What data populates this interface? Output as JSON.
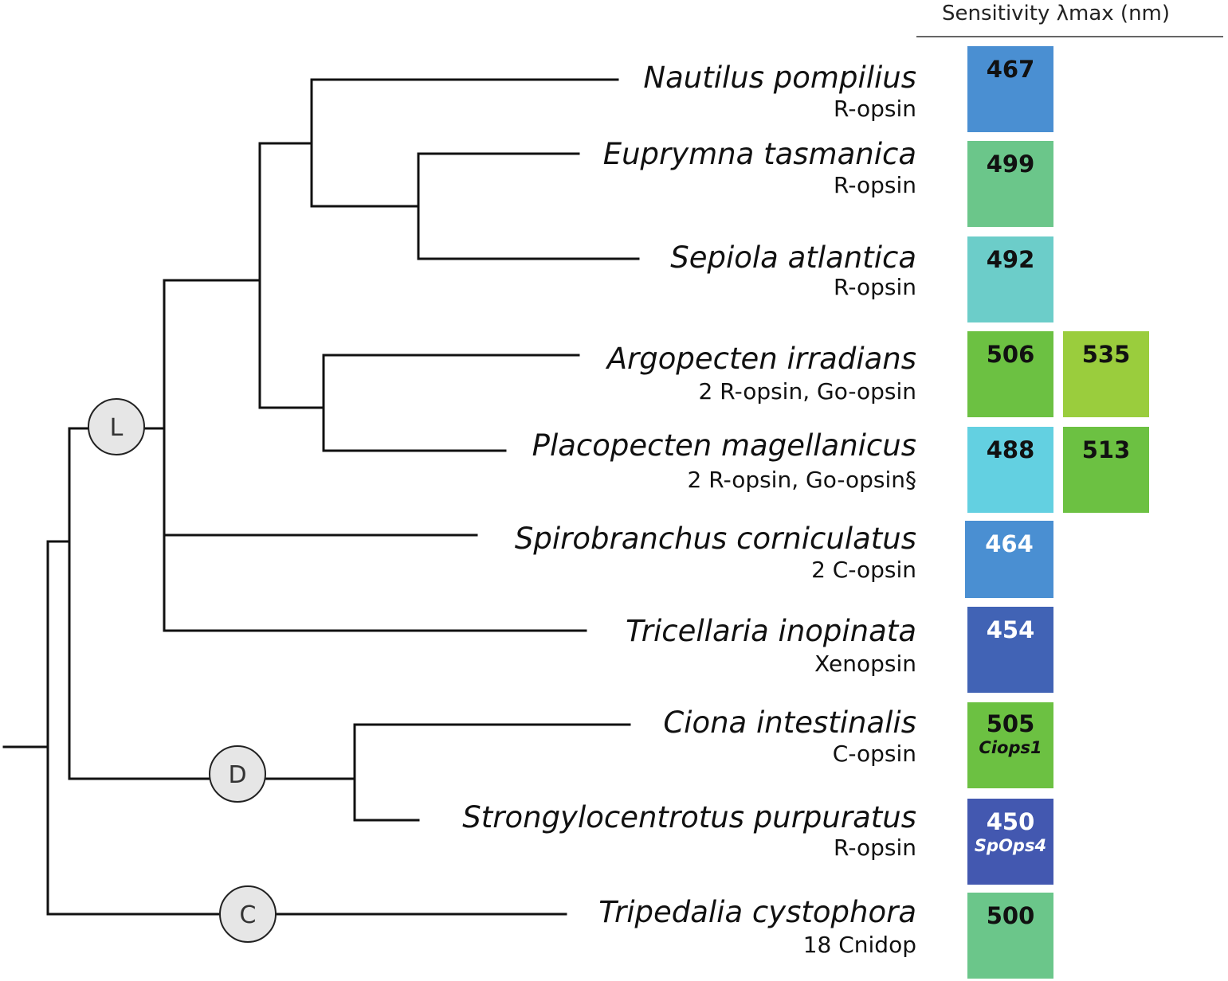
{
  "header": {
    "title": "Sensitivity λmax (nm)"
  },
  "nodes": [
    {
      "label": "L"
    },
    {
      "label": "D"
    },
    {
      "label": "C"
    }
  ],
  "taxa": [
    {
      "species": "Nautilus pompilius",
      "opsin": "R-opsin",
      "values": [
        {
          "value": "467",
          "color": "#4a8fd2",
          "text_color": "#111111"
        }
      ]
    },
    {
      "species": "Euprymna tasmanica",
      "opsin": "R-opsin",
      "values": [
        {
          "value": "499",
          "color": "#6bc68a",
          "text_color": "#111111"
        }
      ]
    },
    {
      "species": "Sepiola atlantica",
      "opsin": "R-opsin",
      "values": [
        {
          "value": "492",
          "color": "#6ccdc9",
          "text_color": "#111111"
        }
      ]
    },
    {
      "species": "Argopecten irradians",
      "opsin": "2 R-opsin, Go-opsin",
      "values": [
        {
          "value": "506",
          "color": "#6cc142",
          "text_color": "#111111"
        },
        {
          "value": "535",
          "color": "#9acd3d",
          "text_color": "#111111"
        }
      ]
    },
    {
      "species": "Placopecten magellanicus",
      "opsin": "2 R-opsin, Go-opsin§",
      "values": [
        {
          "value": "488",
          "color": "#63d0e1",
          "text_color": "#111111"
        },
        {
          "value": "513",
          "color": "#6cc142",
          "text_color": "#111111"
        }
      ]
    },
    {
      "species": "Spirobranchus corniculatus",
      "opsin": "2 C-opsin",
      "values": [
        {
          "value": "464",
          "color": "#4a8fd2",
          "text_color": "#ffffff"
        }
      ]
    },
    {
      "species": "Tricellaria inopinata",
      "opsin": "Xenopsin",
      "values": [
        {
          "value": "454",
          "color": "#4163b5",
          "text_color": "#ffffff"
        }
      ]
    },
    {
      "species": "Ciona intestinalis",
      "opsin": "C-opsin",
      "values": [
        {
          "value": "505",
          "gene": "Ciops1",
          "color": "#6cc142",
          "text_color": "#111111"
        }
      ]
    },
    {
      "species": "Strongylocentrotus purpuratus",
      "opsin": "R-opsin",
      "values": [
        {
          "value": "450",
          "gene": "SpOps4",
          "color": "#4358b0",
          "text_color": "#ffffff"
        }
      ]
    },
    {
      "species": "Tripedalia cystophora",
      "opsin": "18 Cnidop",
      "values": [
        {
          "value": "500",
          "color": "#6bc68a",
          "text_color": "#111111"
        }
      ]
    }
  ]
}
